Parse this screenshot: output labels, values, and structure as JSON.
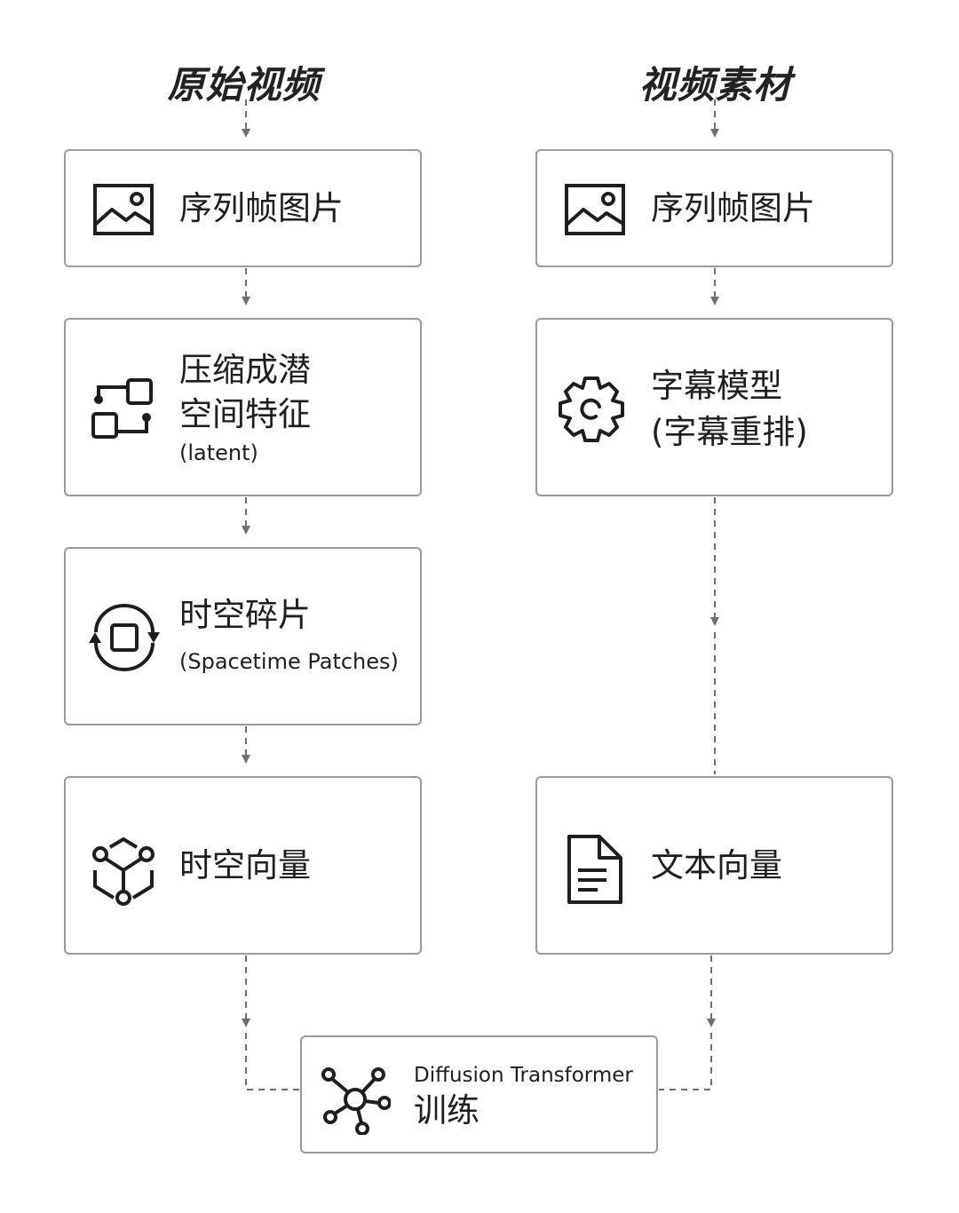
{
  "left_column": {
    "title": "原始视频",
    "frames_label": "序列帧图片",
    "latent_line1": "压缩成潜",
    "latent_line2": "空间特征",
    "latent_sub": "(latent)",
    "patches_label": "时空碎片",
    "patches_sub": "(Spacetime Patches)",
    "vectors_label": "时空向量"
  },
  "right_column": {
    "title": "视频素材",
    "frames_label": "序列帧图片",
    "caption_line1": "字幕模型",
    "caption_line2": "(字幕重排)",
    "text_vectors_label": "文本向量"
  },
  "bottom": {
    "model_label": "Diffusion Transformer",
    "train_label": "训练"
  },
  "icons": {
    "image": "image-icon",
    "flow": "flow-icon",
    "gear": "gear-icon",
    "rotate": "rotate-icon",
    "cube": "cube-network-icon",
    "document": "document-icon",
    "network": "network-icon"
  },
  "colors": {
    "border": "#9a9a9a",
    "connector": "#6f6f6f",
    "text": "#1e1e1e"
  }
}
